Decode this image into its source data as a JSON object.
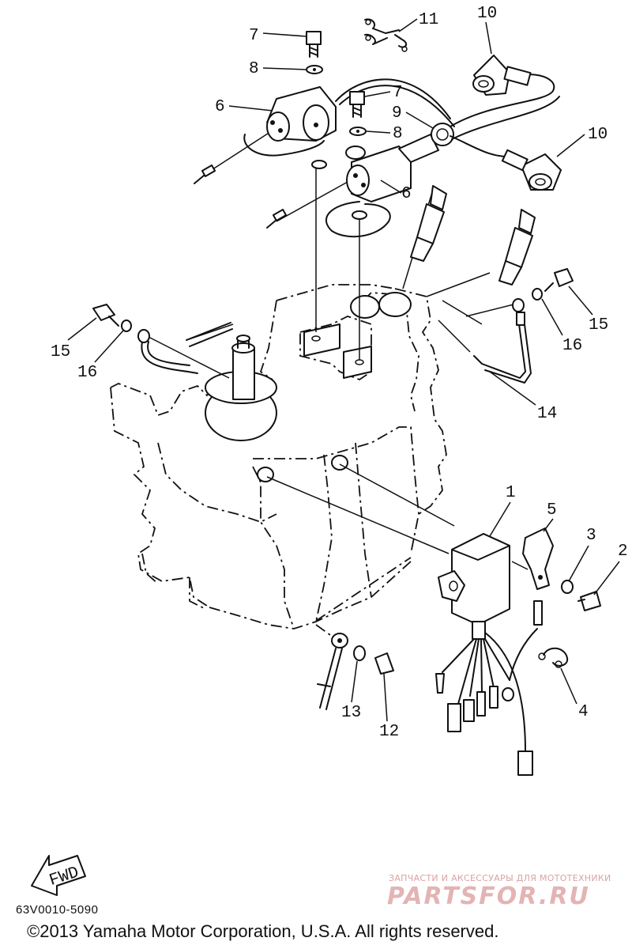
{
  "diagram": {
    "callouts": [
      "1",
      "2",
      "3",
      "4",
      "5",
      "6",
      "6",
      "7",
      "7",
      "8",
      "8",
      "9",
      "10",
      "10",
      "11",
      "12",
      "13",
      "14",
      "15",
      "15",
      "16",
      "16"
    ],
    "direction_label": "FWD",
    "drawing_code": "63V0010-5090",
    "copyright": "©2013 Yamaha Motor Corporation, U.S.A. All rights reserved."
  },
  "watermark": {
    "tagline": "ЗАПЧАСТИ И АКСЕССУАРЫ ДЛЯ МОТОТЕХНИКИ",
    "logo_text": "PARTSFOR.RU"
  }
}
